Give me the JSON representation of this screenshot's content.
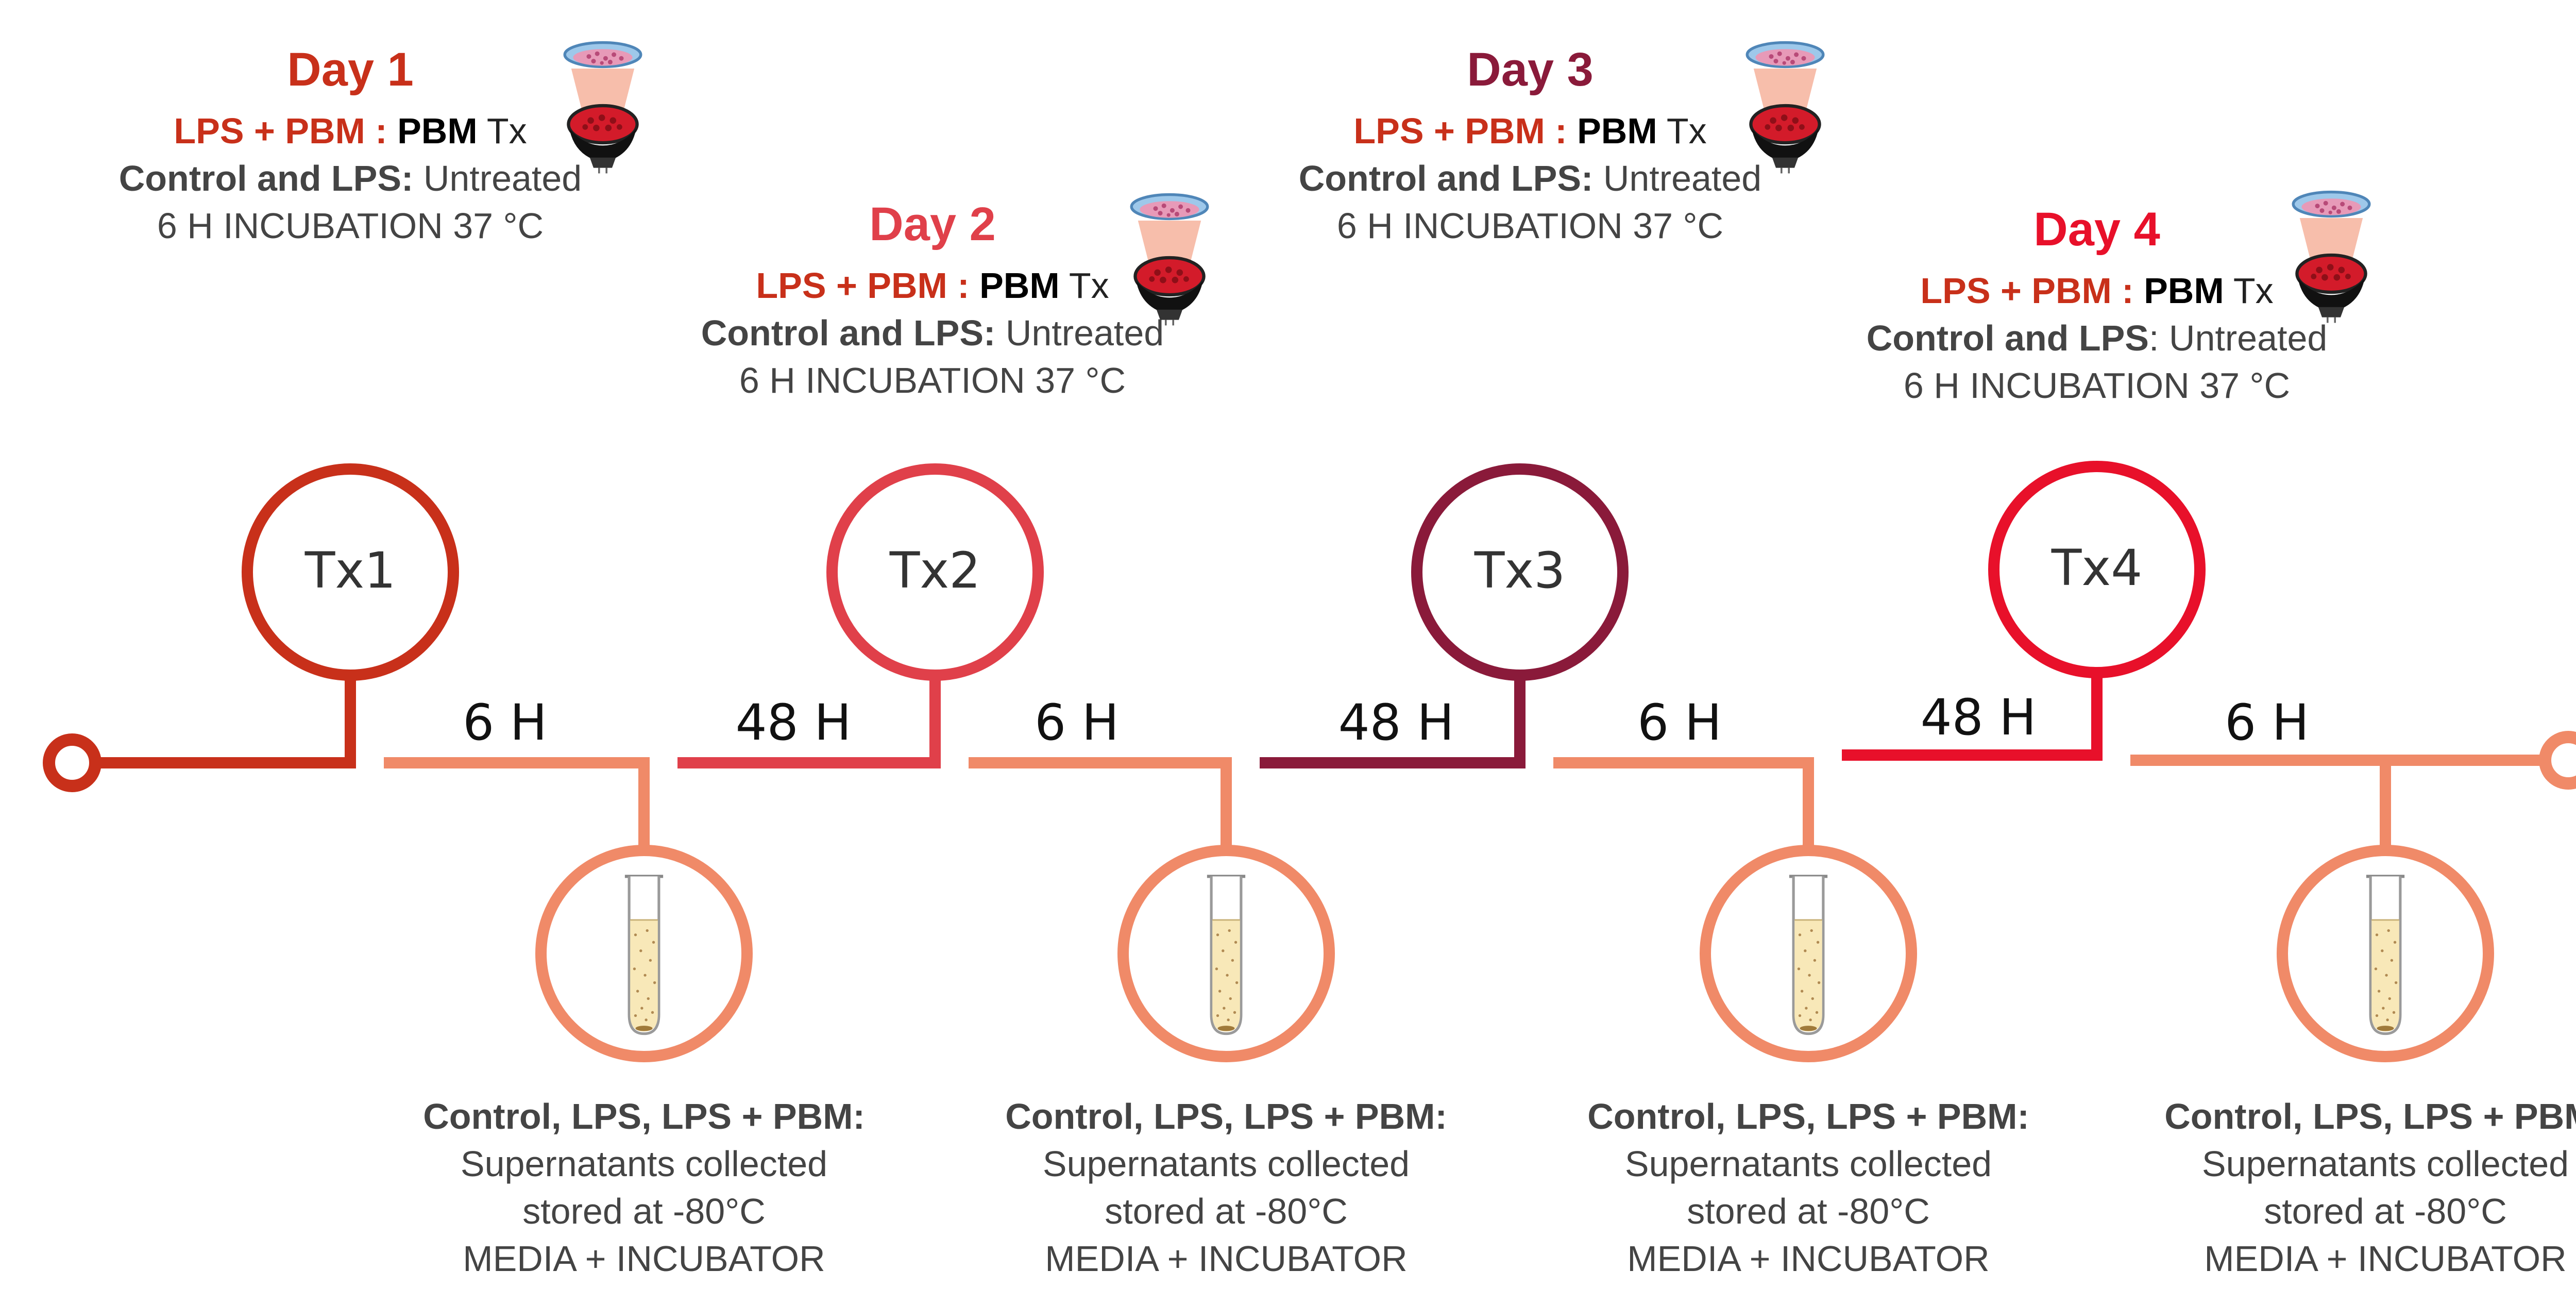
{
  "colors": {
    "day1": "#c8301a",
    "day2": "#e0404a",
    "day3": "#8a1a3a",
    "day4": "#e8102a",
    "sample": "#f08a68",
    "text": "#444444"
  },
  "days": [
    {
      "title": "Day 1",
      "treat_label": "LPS + PBM :",
      "treat_pbm": "PBM",
      "treat_tx": "Tx",
      "control_label": "Control and LPS:",
      "control_value": "Untreated",
      "incubation": "6 H INCUBATION 37 °C",
      "icon": "pbm-lamp-icon"
    },
    {
      "title": "Day 2",
      "treat_label": "LPS + PBM :",
      "treat_pbm": "PBM",
      "treat_tx": "Tx",
      "control_label": "Control and LPS:",
      "control_value": "Untreated",
      "incubation": "6 H INCUBATION 37 °C",
      "icon": "pbm-lamp-icon"
    },
    {
      "title": "Day 3",
      "treat_label": "LPS + PBM :",
      "treat_pbm": "PBM",
      "treat_tx": "Tx",
      "control_label": "Control and LPS:",
      "control_value": "Untreated",
      "incubation": "6 H INCUBATION 37 °C",
      "icon": "pbm-lamp-icon"
    },
    {
      "title": "Day 4",
      "treat_label": "LPS + PBM :",
      "treat_pbm": "PBM",
      "treat_tx": "Tx",
      "control_label": "Control and LPS",
      "control_value": ": Untreated",
      "incubation": "6 H INCUBATION 37 °C",
      "icon": "pbm-lamp-icon"
    }
  ],
  "treatments": [
    "Tx1",
    "Tx2",
    "Tx3",
    "Tx4"
  ],
  "intervals": [
    "6 H",
    "48 H",
    "6 H",
    "48 H",
    "6 H",
    "48 H",
    "6 H"
  ],
  "samples": [
    {
      "head": "Control, LPS, LPS + PBM:",
      "line1": "Supernatants collected",
      "line2": "stored at -80°C",
      "line3": "MEDIA + INCUBATOR",
      "icon": "test-tube-icon"
    },
    {
      "head": "Control, LPS, LPS + PBM:",
      "line1": "Supernatants collected",
      "line2": "stored at -80°C",
      "line3": "MEDIA + INCUBATOR",
      "icon": "test-tube-icon"
    },
    {
      "head": "Control, LPS, LPS + PBM:",
      "line1": "Supernatants collected",
      "line2": "stored at -80°C",
      "line3": "MEDIA + INCUBATOR",
      "icon": "test-tube-icon"
    },
    {
      "head": "Control, LPS, LPS + PBM:",
      "line1": "Supernatants collected",
      "line2": "stored at -80°C",
      "line3": "MEDIA + INCUBATOR",
      "icon": "test-tube-icon"
    }
  ]
}
